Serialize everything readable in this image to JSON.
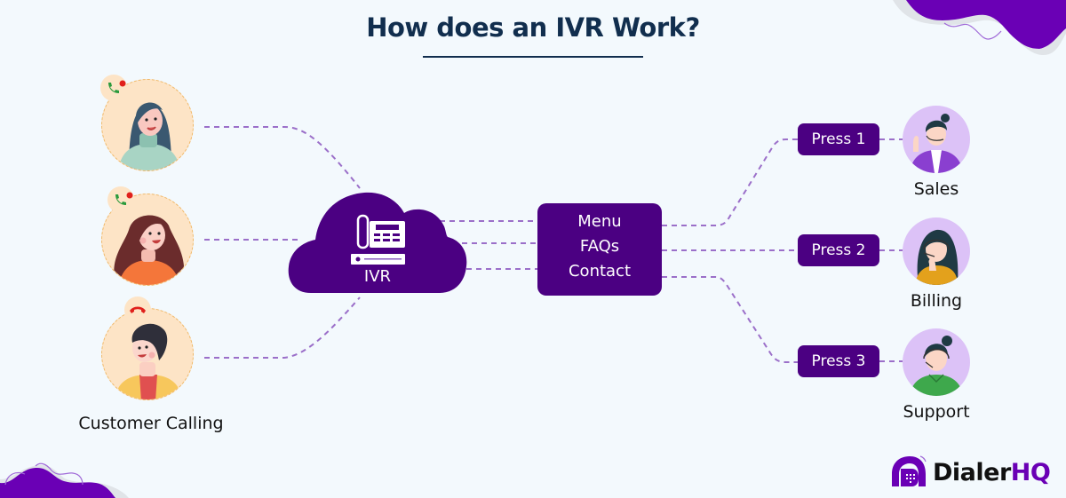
{
  "title": "How does an IVR Work?",
  "colors": {
    "background": "#f3f9fd",
    "title": "#112e4e",
    "primary_purple": "#4b0082",
    "accent_purple": "#6a00b5",
    "connector": "#9b6fc9",
    "customer_avatar_bg": "#fde4c6",
    "agent_avatar_bg": "#dcc2f7"
  },
  "customers": {
    "label": "Customer Calling",
    "items": [
      {
        "name": "customer-1",
        "call_status": "incoming-call"
      },
      {
        "name": "customer-2",
        "call_status": "incoming-call"
      },
      {
        "name": "customer-3",
        "call_status": "call-ended"
      }
    ]
  },
  "ivr": {
    "label": "IVR",
    "icon": "desk-phone-icon"
  },
  "menu": {
    "items": [
      "Menu",
      "FAQs",
      "Contact"
    ]
  },
  "routes": [
    {
      "press": "Press 1",
      "department": "Sales"
    },
    {
      "press": "Press 2",
      "department": "Billing"
    },
    {
      "press": "Press 3",
      "department": "Support"
    }
  ],
  "logo": {
    "text_main": "Dialer",
    "text_accent": "HQ"
  }
}
